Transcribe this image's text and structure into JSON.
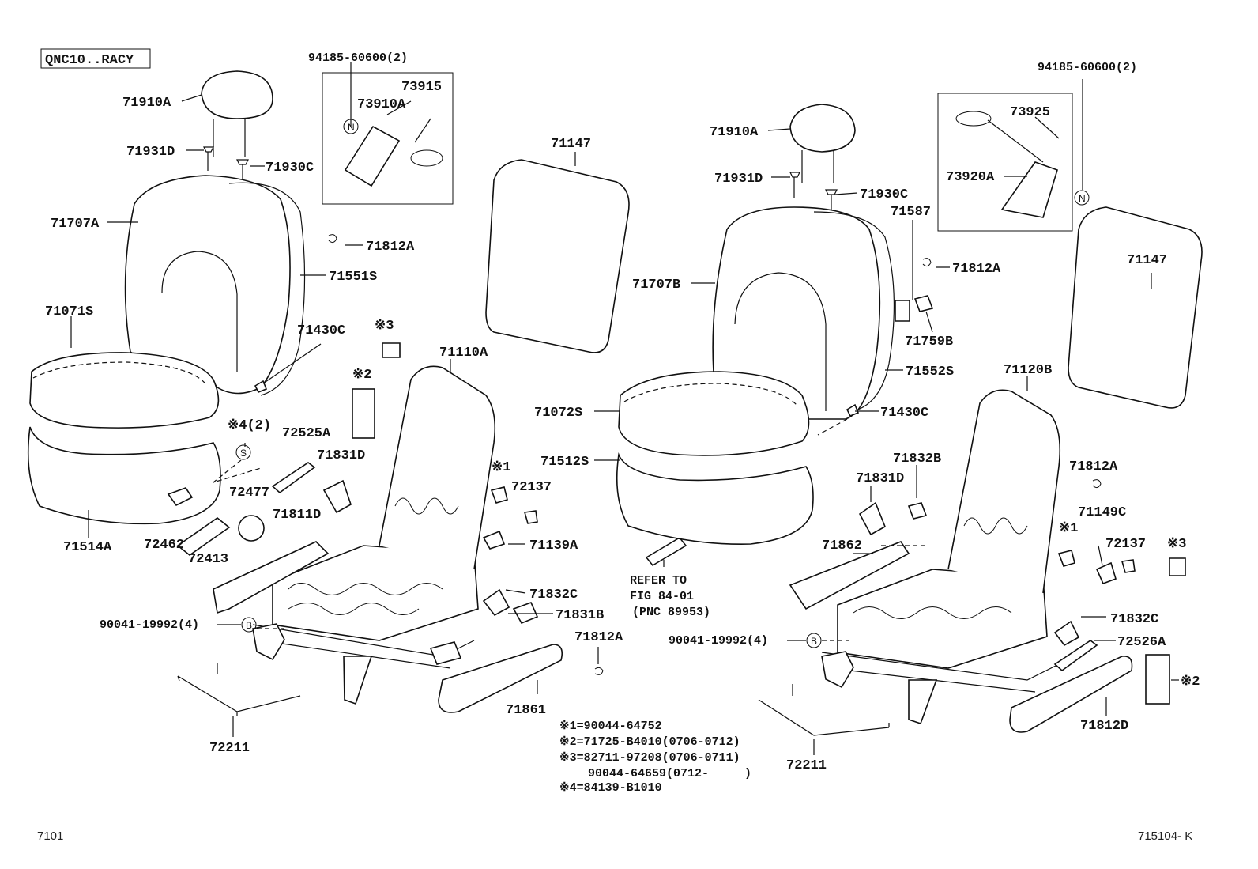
{
  "header": {
    "model_code": "QNC10..RACY"
  },
  "left_inset": {
    "bolt": "94185-60600(2)",
    "parts": [
      "73915",
      "73910A"
    ]
  },
  "right_inset": {
    "bolt": "94185-60600(2)",
    "parts": [
      "73925",
      "73920A"
    ]
  },
  "labels": {
    "l_71910A": "71910A",
    "l_71931D": "71931D",
    "l_71930C": "71930C",
    "l_71707A": "71707A",
    "l_71812A_1": "71812A",
    "l_71551S": "71551S",
    "l_71071S": "71071S",
    "l_71430C_1": "71430C",
    "l_x3_1": "※3",
    "l_x2_1": "※2",
    "l_71110A": "71110A",
    "l_x4_2": "※4(2)",
    "l_72525A": "72525A",
    "l_71831D_1": "71831D",
    "l_x1_1": "※1",
    "l_72137_1": "72137",
    "l_72477": "72477",
    "l_71811D": "71811D",
    "l_71139A": "71139A",
    "l_71514A": "71514A",
    "l_72462": "72462",
    "l_72413": "72413",
    "l_71832C_1": "71832C",
    "l_71831B": "71831B",
    "l_90041_1": "90041-19992(4)",
    "l_71812A_2": "71812A",
    "l_71861": "71861",
    "l_72211_1": "72211",
    "l_71147_1": "71147",
    "l_71910A_2": "71910A",
    "l_71931D_2": "71931D",
    "l_71930C_2": "71930C",
    "l_71587": "71587",
    "l_71812A_3": "71812A",
    "l_71707B": "71707B",
    "l_71759B": "71759B",
    "l_71552S": "71552S",
    "l_71147_2": "71147",
    "l_71072S": "71072S",
    "l_71430C_2": "71430C",
    "l_71120B": "71120B",
    "l_71512S": "71512S",
    "l_71832B": "71832B",
    "l_71812A_4": "71812A",
    "l_71831D_2": "71831D",
    "l_71149C": "71149C",
    "l_x1_2": "※1",
    "l_72137_2": "72137",
    "l_x3_2": "※3",
    "l_71862": "71862",
    "l_71832C_2": "71832C",
    "l_90041_2": "90041-19992(4)",
    "l_72526A": "72526A",
    "l_x2_2": "※2",
    "l_71812D": "71812D",
    "l_72211_2": "72211",
    "ref_1": "REFER TO",
    "ref_2": "FIG 84-01",
    "ref_3": "(PNC 89953)"
  },
  "markers": {
    "n": "N",
    "s": "S",
    "b": "B"
  },
  "notes": [
    "※1=90044-64752",
    "※2=71725-B4010(0706-0712)",
    "※3=82711-97208(0706-0711)",
    "    90044-64659(0712-     )",
    "※4=84139-B1010"
  ],
  "footer": {
    "left": "7101",
    "right": "715104- K"
  }
}
